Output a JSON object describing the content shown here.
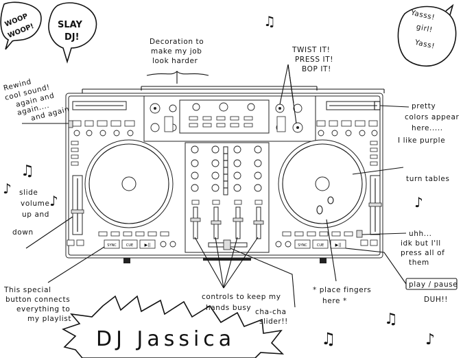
{
  "bubbles": {
    "woop": [
      "WOOP",
      "WOOP!"
    ],
    "slay": [
      "SLAY",
      "DJ!"
    ],
    "yass": [
      "Yasss!",
      "girl!",
      "Yass!"
    ]
  },
  "annotations": {
    "decoration": [
      "Decoration to",
      "make my job",
      "look harder"
    ],
    "twist": [
      "TWIST IT!",
      "PRESS IT!",
      "BOP IT!"
    ],
    "rewind": [
      "Rewind",
      "cool sound!",
      "again and",
      "again....",
      "and again"
    ],
    "colors": [
      "pretty",
      "colors appear",
      "here.....",
      "I like purple"
    ],
    "turntables": [
      "turn tables"
    ],
    "volume": [
      "slide",
      "volume",
      "up and",
      "down"
    ],
    "uhh": [
      "uhh...",
      "idk but I'll",
      "press all of",
      "them"
    ],
    "playpause": [
      "play / pause",
      "DUH!!"
    ],
    "special": [
      "This special",
      "button connects",
      "everything to",
      "my playlist"
    ],
    "controls": [
      "controls to keep my",
      "hands busy"
    ],
    "chacha": [
      "cha-cha",
      "slider!!"
    ],
    "fingers": [
      "* place fingers",
      "here *"
    ]
  },
  "title": "DJ Jassica",
  "device_labels": {
    "sync": "SYNC",
    "cue": "CUE",
    "play": "▶||"
  },
  "icons": [
    "music-note-icon"
  ]
}
